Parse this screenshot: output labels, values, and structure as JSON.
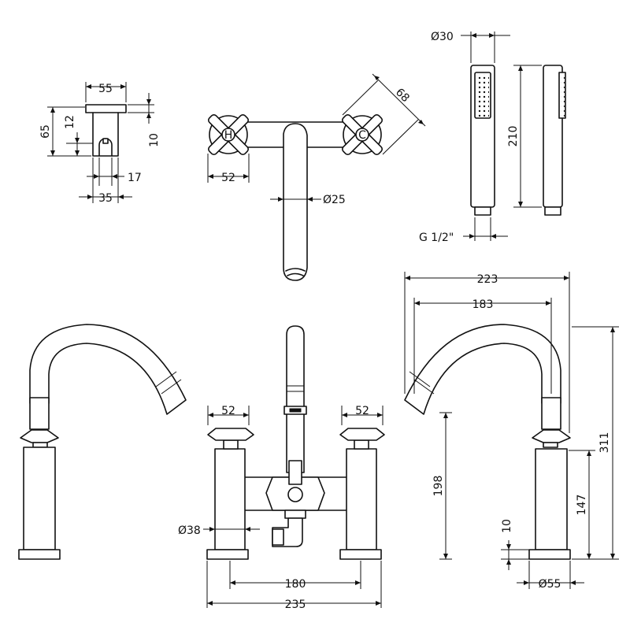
{
  "labels": {
    "holder_width": "55",
    "holder_height": "65",
    "holder_slot": "12",
    "holder_top": "10",
    "holder_inner": "17",
    "holder_base": "35",
    "wall_valve_width": "52",
    "wall_handle_diag": "68",
    "wall_spout_dia": "Ø25",
    "handset_dia": "Ø30",
    "handset_length": "210",
    "handset_thread": "G 1/2\"",
    "overall_reach": "223",
    "spout_reach": "183",
    "overall_height": "311",
    "spout_height": "198",
    "valve_height": "147",
    "base_thickness": "10",
    "base_dia": "Ø55",
    "front_left_handle": "52",
    "front_right_handle": "52",
    "pillar_dia": "Ø38",
    "centres": "180",
    "overall_width": "235"
  },
  "handle_marks": {
    "hot": "H",
    "cold": "C"
  }
}
